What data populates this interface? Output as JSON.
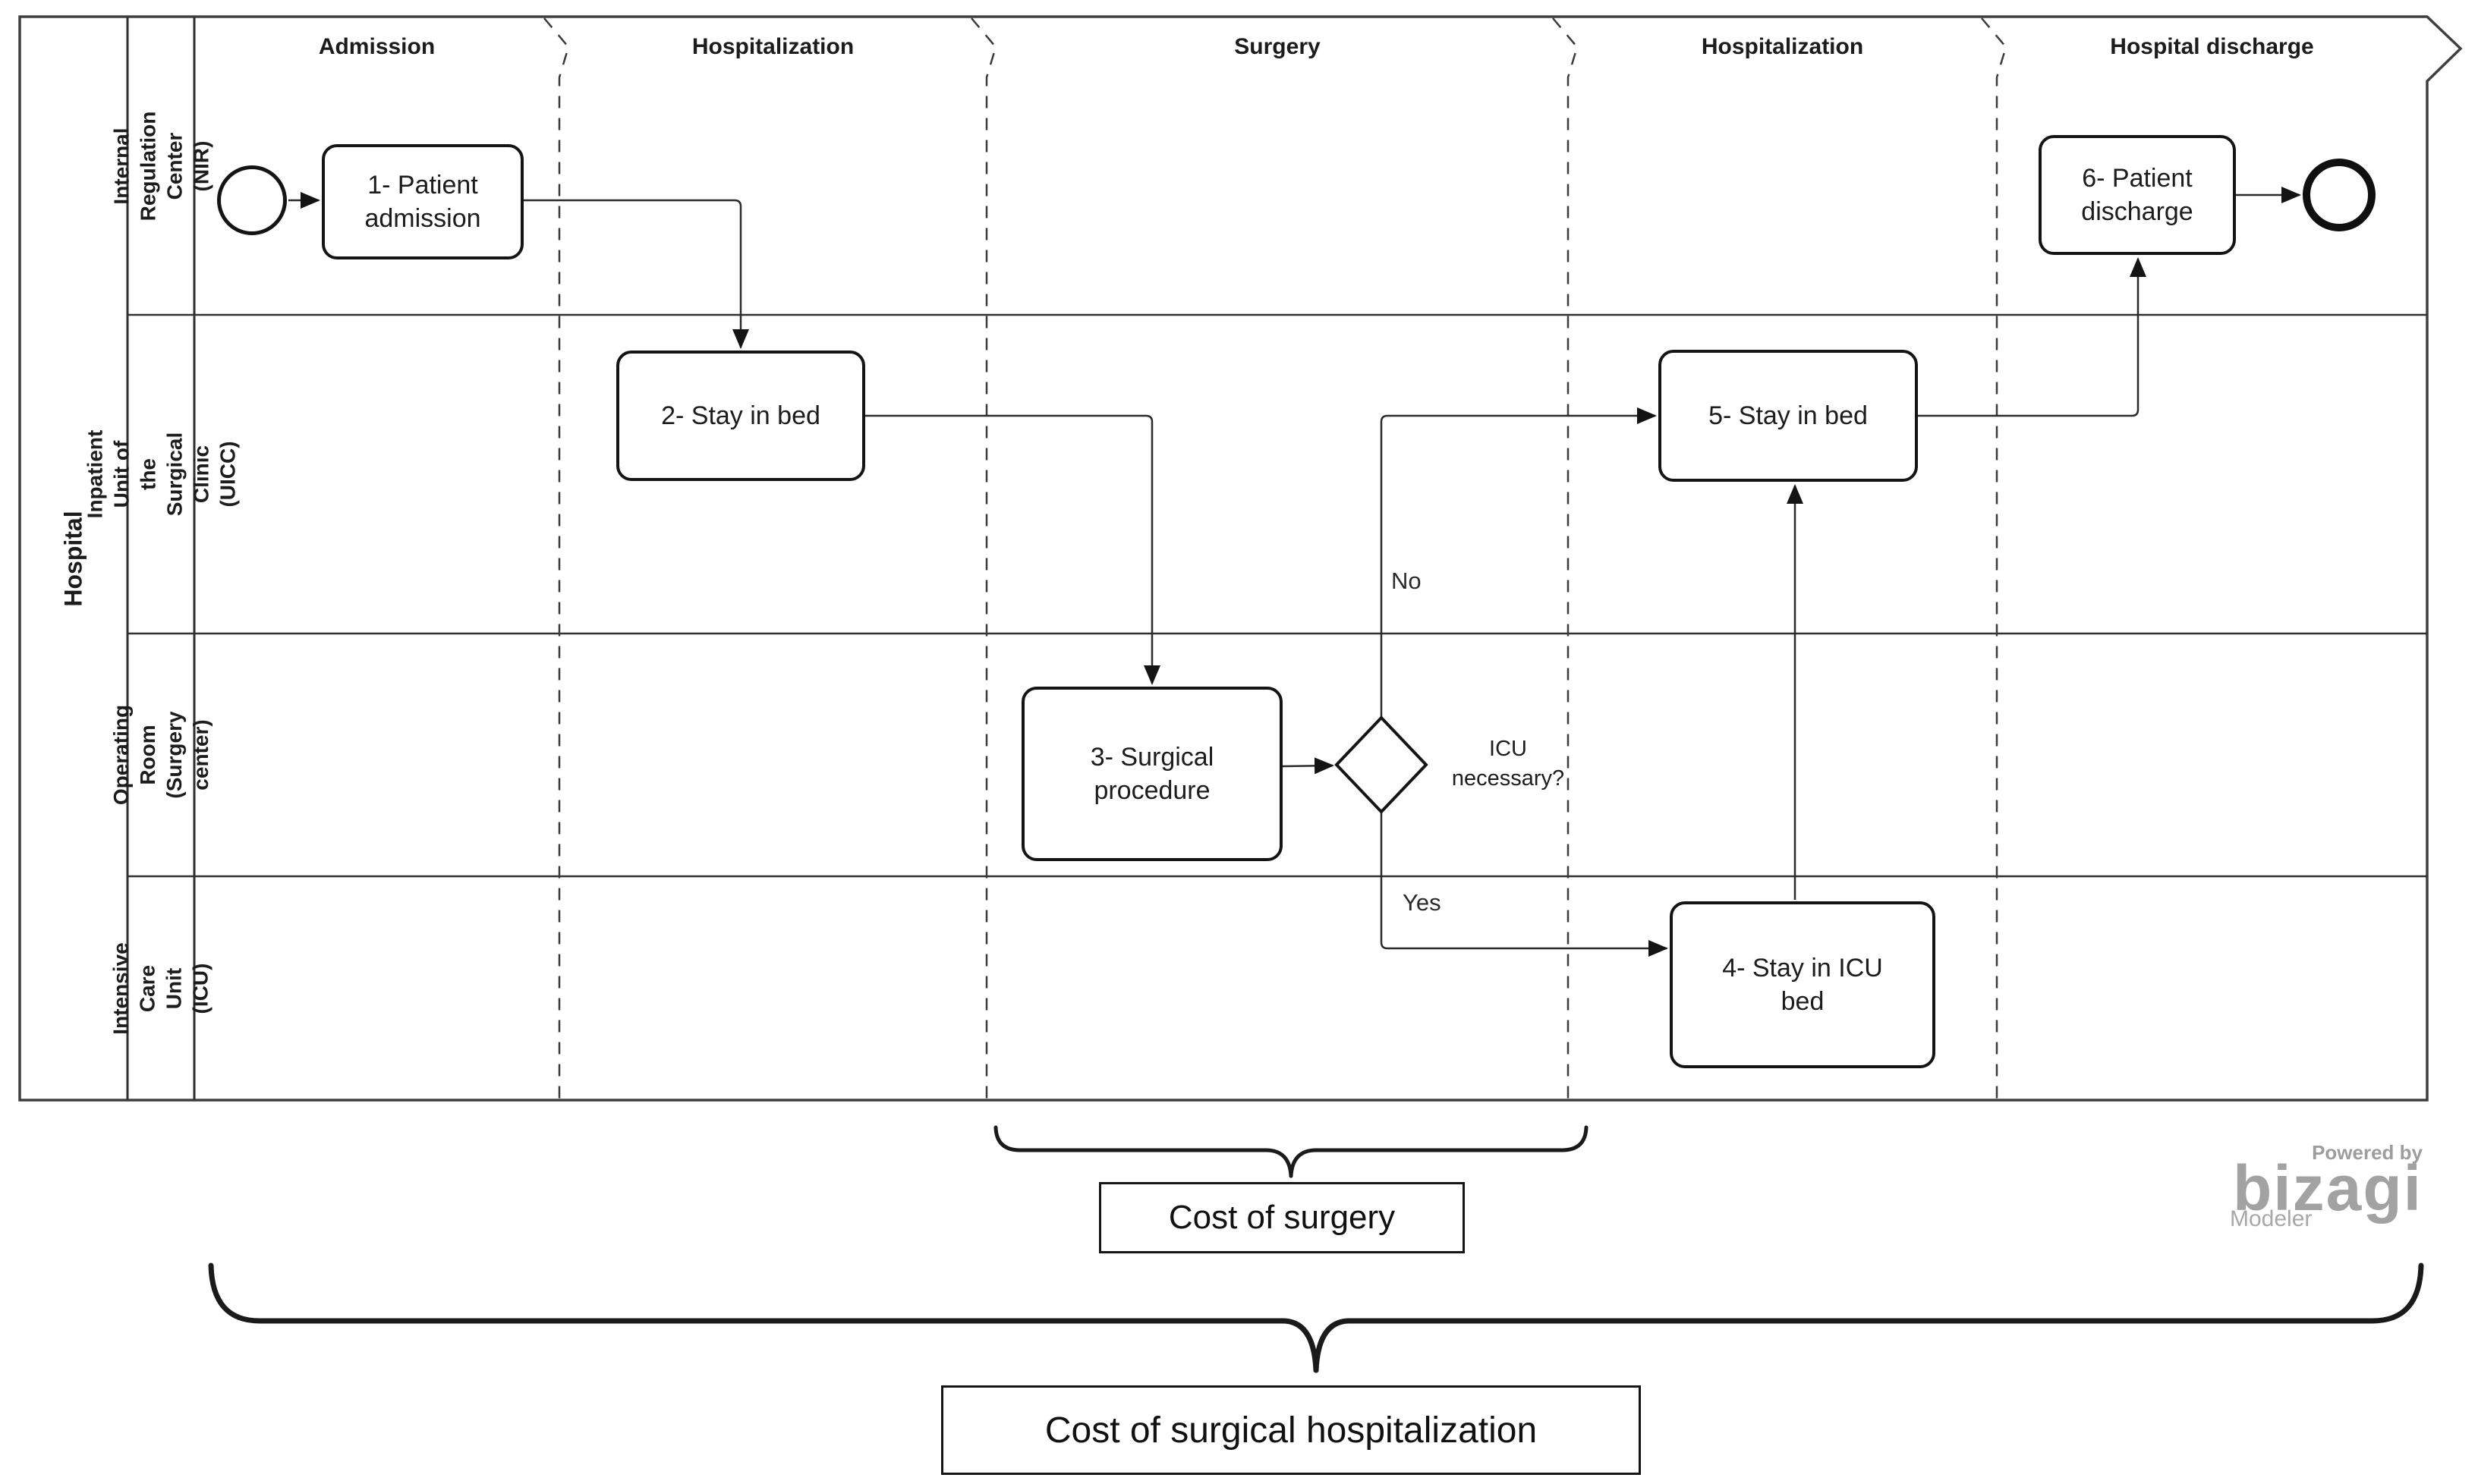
{
  "pool": {
    "label": "Hospital"
  },
  "lanes": [
    {
      "label": "Internal Regulation\nCenter (NIR)"
    },
    {
      "label": "Inpatient Unit of the\nSurgical Clinic (UICC)"
    },
    {
      "label": "Operating Room\n(Surgery center)"
    },
    {
      "label": "Intensive Care\nUnit (ICU)"
    }
  ],
  "phases": [
    {
      "label": "Admission"
    },
    {
      "label": "Hospitalization"
    },
    {
      "label": "Surgery"
    },
    {
      "label": "Hospitalization"
    },
    {
      "label": "Hospital discharge"
    }
  ],
  "tasks": [
    {
      "label": "1- Patient\nadmission"
    },
    {
      "label": "2- Stay in bed"
    },
    {
      "label": "3- Surgical\nprocedure"
    },
    {
      "label": "4- Stay in ICU\nbed"
    },
    {
      "label": "5- Stay in bed"
    },
    {
      "label": "6- Patient\ndischarge"
    }
  ],
  "gateway": {
    "question": "ICU\nnecessary?",
    "yes_label": "Yes",
    "no_label": "No"
  },
  "annotations": {
    "surgery_cost": "Cost of surgery",
    "hospitalization_cost": "Cost of surgical hospitalization"
  },
  "watermark": {
    "powered_by": "Powered by",
    "brand": "bizagi",
    "product": "Modeler"
  },
  "colors": {
    "stroke": "#2b2b2b",
    "shape_border": "#141414",
    "watermark_gray": "#a3a3a3",
    "background": "#ffffff"
  }
}
